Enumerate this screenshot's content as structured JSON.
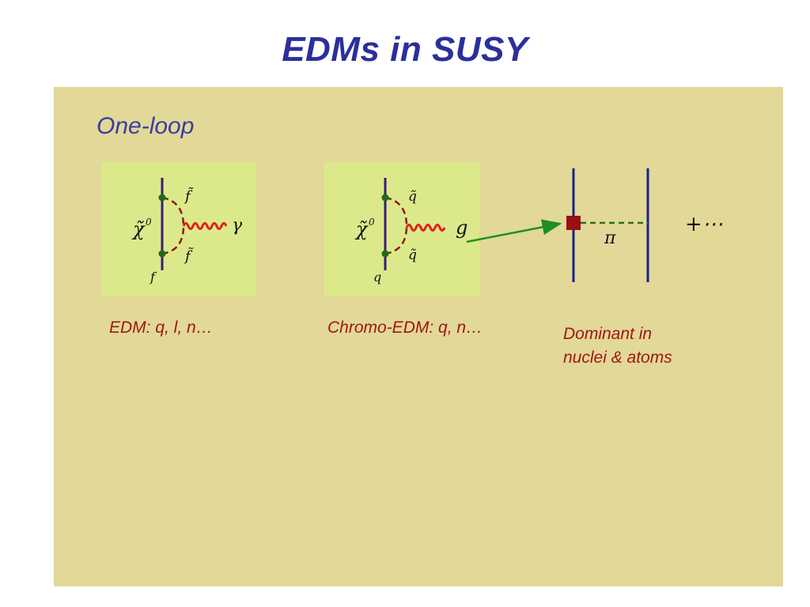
{
  "slide": {
    "title": "EDMs in SUSY",
    "subtitle": "One-loop"
  },
  "diagrams": {
    "edm": {
      "caption": "EDM: q, l, n…",
      "labels": {
        "neutralino": "χ̃",
        "neutralino_sup": "0",
        "sfermion_top": "f̃",
        "sfermion_bottom": "f̃",
        "fermion": "f",
        "boson": "γ"
      }
    },
    "chromo_edm": {
      "caption": "Chromo-EDM: q, n…",
      "labels": {
        "neutralino": "χ̃",
        "neutralino_sup": "0",
        "squark_top": "q̃",
        "squark_bottom": "q̃",
        "quark": "q",
        "boson": "g"
      }
    },
    "nucleon": {
      "caption_line1": "Dominant in",
      "caption_line2": "nuclei & atoms",
      "labels": {
        "meson": "π",
        "ellipsis": "+⋯"
      }
    }
  },
  "colors": {
    "title": "#2b2f9c",
    "panel": "#e2d898",
    "diagram_box": "#dce98a",
    "fermion_line": "#3b1a7a",
    "scalar_line": "#8b1a1a",
    "photon_line": "#e0201a",
    "vertex": "#1f6b1f",
    "arrow": "#1f8f1f",
    "nucleon_line": "#1a1f8c",
    "pion_line": "#2f6b1f",
    "vertex_square": "#9a0f0f",
    "caption": "#a11616"
  }
}
